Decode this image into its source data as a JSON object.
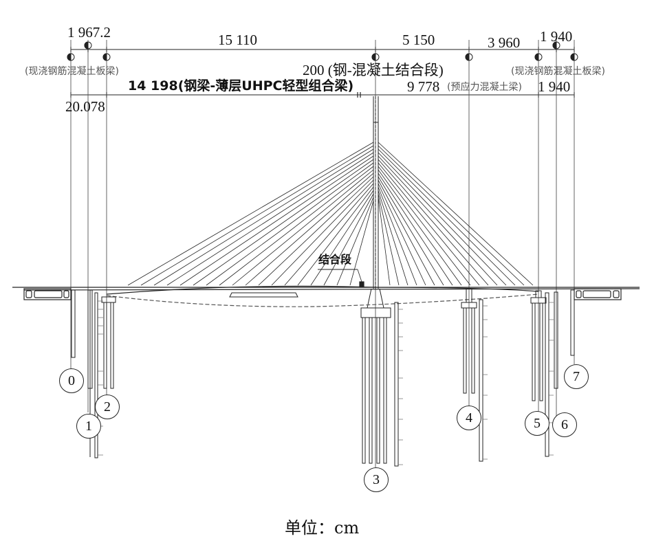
{
  "drawing": {
    "type": "cable-stayed bridge elevation",
    "unit_label": "单位：cm",
    "dimensions_top": [
      {
        "id": "d1",
        "value": "1 967.2"
      },
      {
        "id": "d2",
        "value": "15 110"
      },
      {
        "id": "d3",
        "value": "5 150"
      },
      {
        "id": "d4",
        "value": "3 960"
      },
      {
        "id": "d5",
        "value": "1 940"
      }
    ],
    "dimensions_second": [
      {
        "id": "s1",
        "value": "20.078"
      },
      {
        "id": "s2",
        "value": "14 198(钢梁-薄层UHPC轻型组合梁)"
      },
      {
        "id": "s3",
        "value": "9 778"
      },
      {
        "id": "s4",
        "value": "1 940"
      }
    ],
    "notes": {
      "left_slab": "(现浇钢筋混凝土板梁)",
      "transition": "200 (钢-混凝土结合段)",
      "prestressed": "(预应力混凝土梁)",
      "right_slab": "(现浇钢筋混凝土板梁)",
      "joint_label": "结合段"
    },
    "piers": [
      {
        "id": "0",
        "label": "0"
      },
      {
        "id": "1",
        "label": "1"
      },
      {
        "id": "2",
        "label": "2"
      },
      {
        "id": "3",
        "label": "3"
      },
      {
        "id": "4",
        "label": "4"
      },
      {
        "id": "5",
        "label": "5"
      },
      {
        "id": "6",
        "label": "6"
      },
      {
        "id": "7",
        "label": "7"
      }
    ],
    "colors": {
      "line": "#222222",
      "grey_line": "#777777",
      "background": "#ffffff"
    }
  }
}
